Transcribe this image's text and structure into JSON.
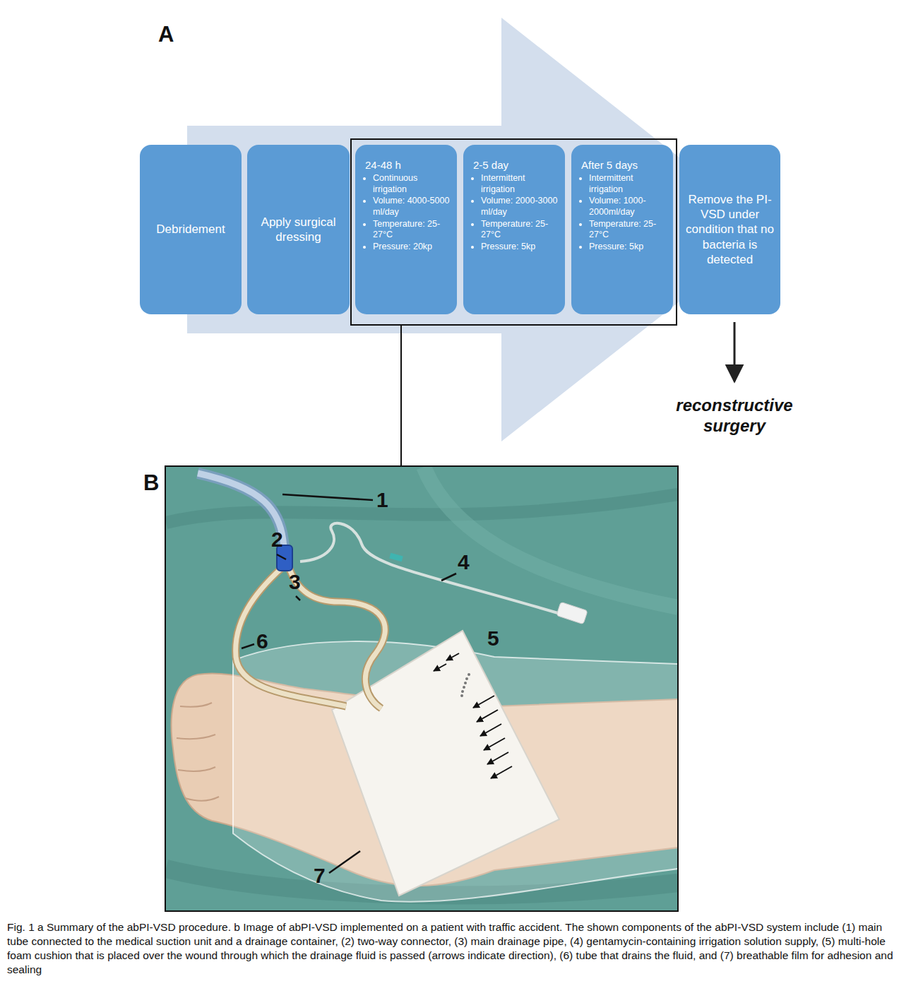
{
  "diagram": {
    "caption": "Fig. 1 a Summary of the abPI-VSD procedure. b Image of abPI-VSD implemented on a patient with traffic accident. The shown components of the abPI-VSD system include (1) main tube connected to the medical suction unit and a drainage container, (2) two-way connector, (3) main drainage pipe, (4) gentamycin-containing irrigation solution supply, (5) multi-hole foam cushion that is placed over the wound through which the drainage fluid is passed (arrows indicate direction), (6) tube that drains the fluid, and (7) breathable film for adhesion and sealing",
    "nodes": [
      {
        "text": [
          "Debridement"
        ]
      },
      {
        "text": [
          "Apply surgical dressing"
        ]
      },
      {
        "text": [
          "24-48 h",
          "Continuous irrigation",
          "Volume: 4000-5000 ml/day",
          "Temperature: 25-27°C",
          "Pressure: 20kp"
        ]
      },
      {
        "text": [
          "2-5 day",
          "Intermittent irrigation",
          "Volume: 2000-3000 ml/day",
          "Temperature: 25-27°C",
          "Pressure: 5kp"
        ]
      },
      {
        "text": [
          "After 5 days",
          "Intermittent irrigation",
          "Volume: 1000-2000ml/day",
          "Temperature: 25-27°C",
          "Pressure: 5kp"
        ]
      },
      {
        "text": [
          "Remove the PI-VSD under condition that no bacteria is detected"
        ]
      }
    ],
    "labels": [
      "A",
      "reconstructive surgery",
      "B",
      "1",
      "2",
      "3",
      "4",
      "5",
      "6",
      "7"
    ]
  }
}
